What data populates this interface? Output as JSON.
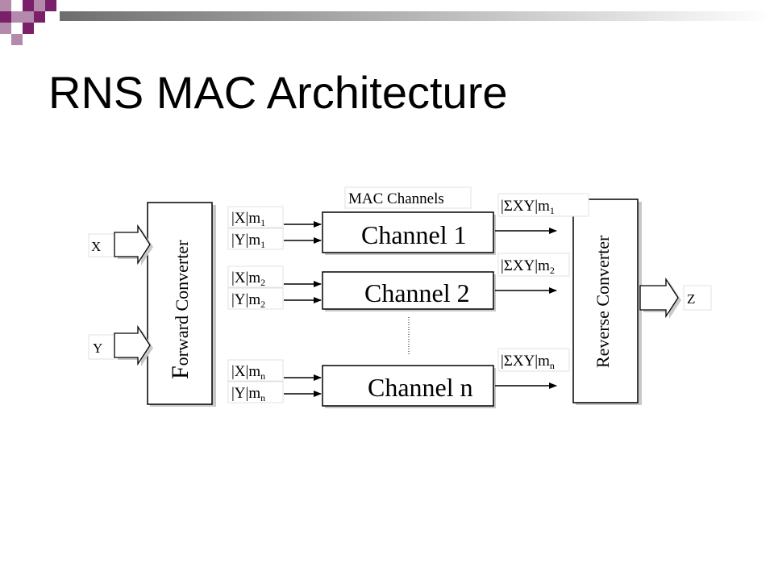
{
  "slide": {
    "title": "RNS MAC Architecture",
    "accent_colors": [
      "#7a1f6a",
      "#b48aac",
      "#a0a0a0"
    ]
  },
  "diagram": {
    "mac_channels_label": "MAC Channels",
    "forward_converter": {
      "first": "F",
      "rest": "orward Converter"
    },
    "reverse_converter": "Reverse Converter",
    "inputs": {
      "x": "X",
      "y": "Y"
    },
    "output": "Z",
    "channels": [
      {
        "label": "Channel 1",
        "in_x": "|X|m",
        "in_y": "|Y|m",
        "sub": "1",
        "out_main": "|ΣXY|m",
        "out_sub": "1"
      },
      {
        "label": "Channel 2",
        "in_x": "|X|m",
        "in_y": "|Y|m",
        "sub": "2",
        "out_main": "|ΣXY|m",
        "out_sub": "2"
      },
      {
        "label": "Channel n",
        "in_x": "|X|m",
        "in_y": "|Y|m",
        "sub": "n",
        "out_main": "|ΣXY|m",
        "out_sub": "n"
      }
    ]
  }
}
